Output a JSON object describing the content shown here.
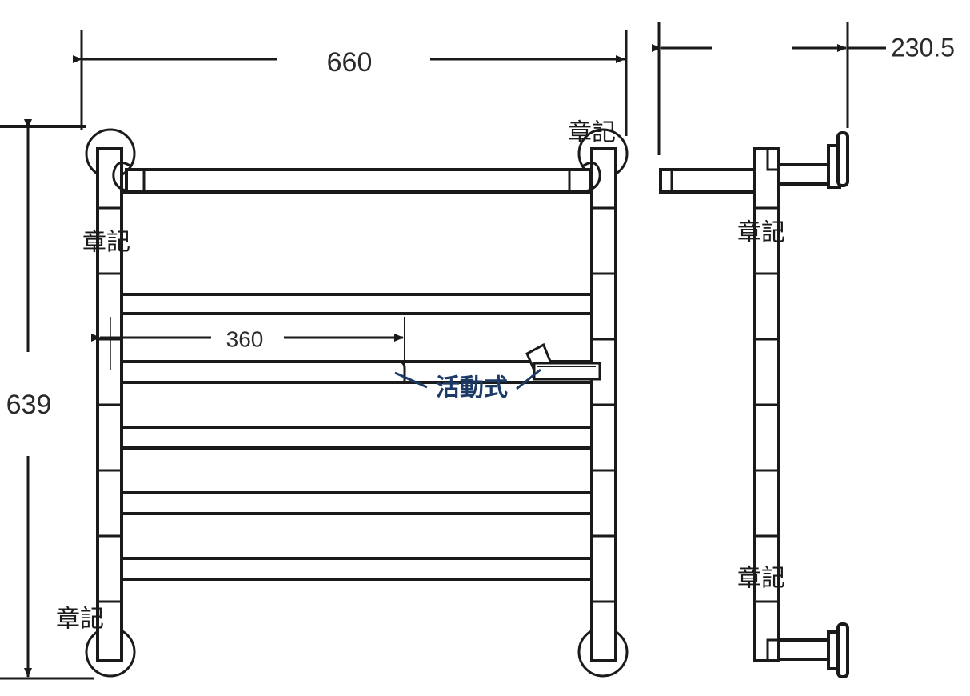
{
  "dimensions": {
    "width": "660",
    "height": "639",
    "depth": "230.5",
    "bar_length": "360"
  },
  "labels": {
    "mark": "章記",
    "movable": "活動式"
  },
  "colors": {
    "line": "#1a1a1a",
    "movable_label": "#1d3a66"
  }
}
